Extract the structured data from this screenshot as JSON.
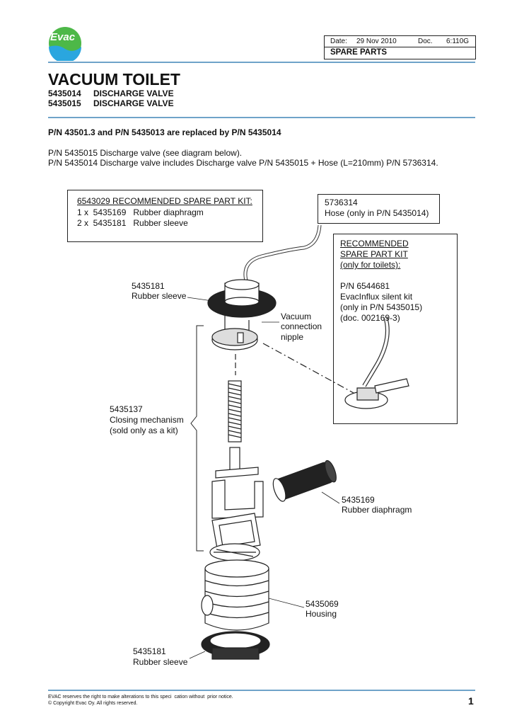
{
  "header": {
    "logo_text": "Evac",
    "date_label": "Date:",
    "date_value": "29 Nov 2010",
    "doc_label": "Doc.",
    "doc_value": "6:110G",
    "section": "SPARE PARTS"
  },
  "title": "VACUUM TOILET",
  "subtitles": [
    {
      "code": "5435014",
      "name": "DISCHARGE VALVE"
    },
    {
      "code": "5435015",
      "name": "DISCHARGE VALVE"
    }
  ],
  "notice": "P/N 43501.3 and P/N 5435013 are replaced by P/N 5435014",
  "body_lines": [
    "P/N 5435015 Discharge valve (see diagram below).",
    "P/N 5435014 Discharge valve includes Discharge valve P/N 5435015 + Hose (L=210mm) P/N 5736314."
  ],
  "diagram": {
    "kit_box": {
      "title": "6543029  RECOMMENDED SPARE PART KIT:",
      "items": [
        "1 x  5435169   Rubber diaphragm",
        "2 x  5435181   Rubber sleeve"
      ]
    },
    "hose_box": [
      "5736314",
      "Hose (only in P/N 5435014)"
    ],
    "toilet_kit_box": {
      "title": [
        "RECOMMENDED",
        "SPARE PART KIT",
        "(only for toilets):"
      ],
      "lines": [
        "P/N 6544681",
        "EvacInflux silent kit",
        "(only in P/N 5435015)",
        "(doc. 002169-3)"
      ]
    },
    "labels": {
      "top_sleeve": [
        "5435181",
        "Rubber sleeve"
      ],
      "nipple": [
        "Vacuum",
        "connection",
        "nipple"
      ],
      "closing": [
        "5435137",
        "Closing mechanism",
        "(sold only as a kit)"
      ],
      "diaphragm": [
        "5435169",
        "Rubber diaphragm"
      ],
      "housing": [
        "5435069",
        "Housing"
      ],
      "bottom_sleeve": [
        "5435181",
        "Rubber sleeve"
      ]
    }
  },
  "footer": {
    "lines": [
      "EVAC reserves the right to make alterations to this speci  cation without  prior notice.",
      "© Copyright Evac Oy. All rights reserved."
    ],
    "page_number": "1"
  }
}
